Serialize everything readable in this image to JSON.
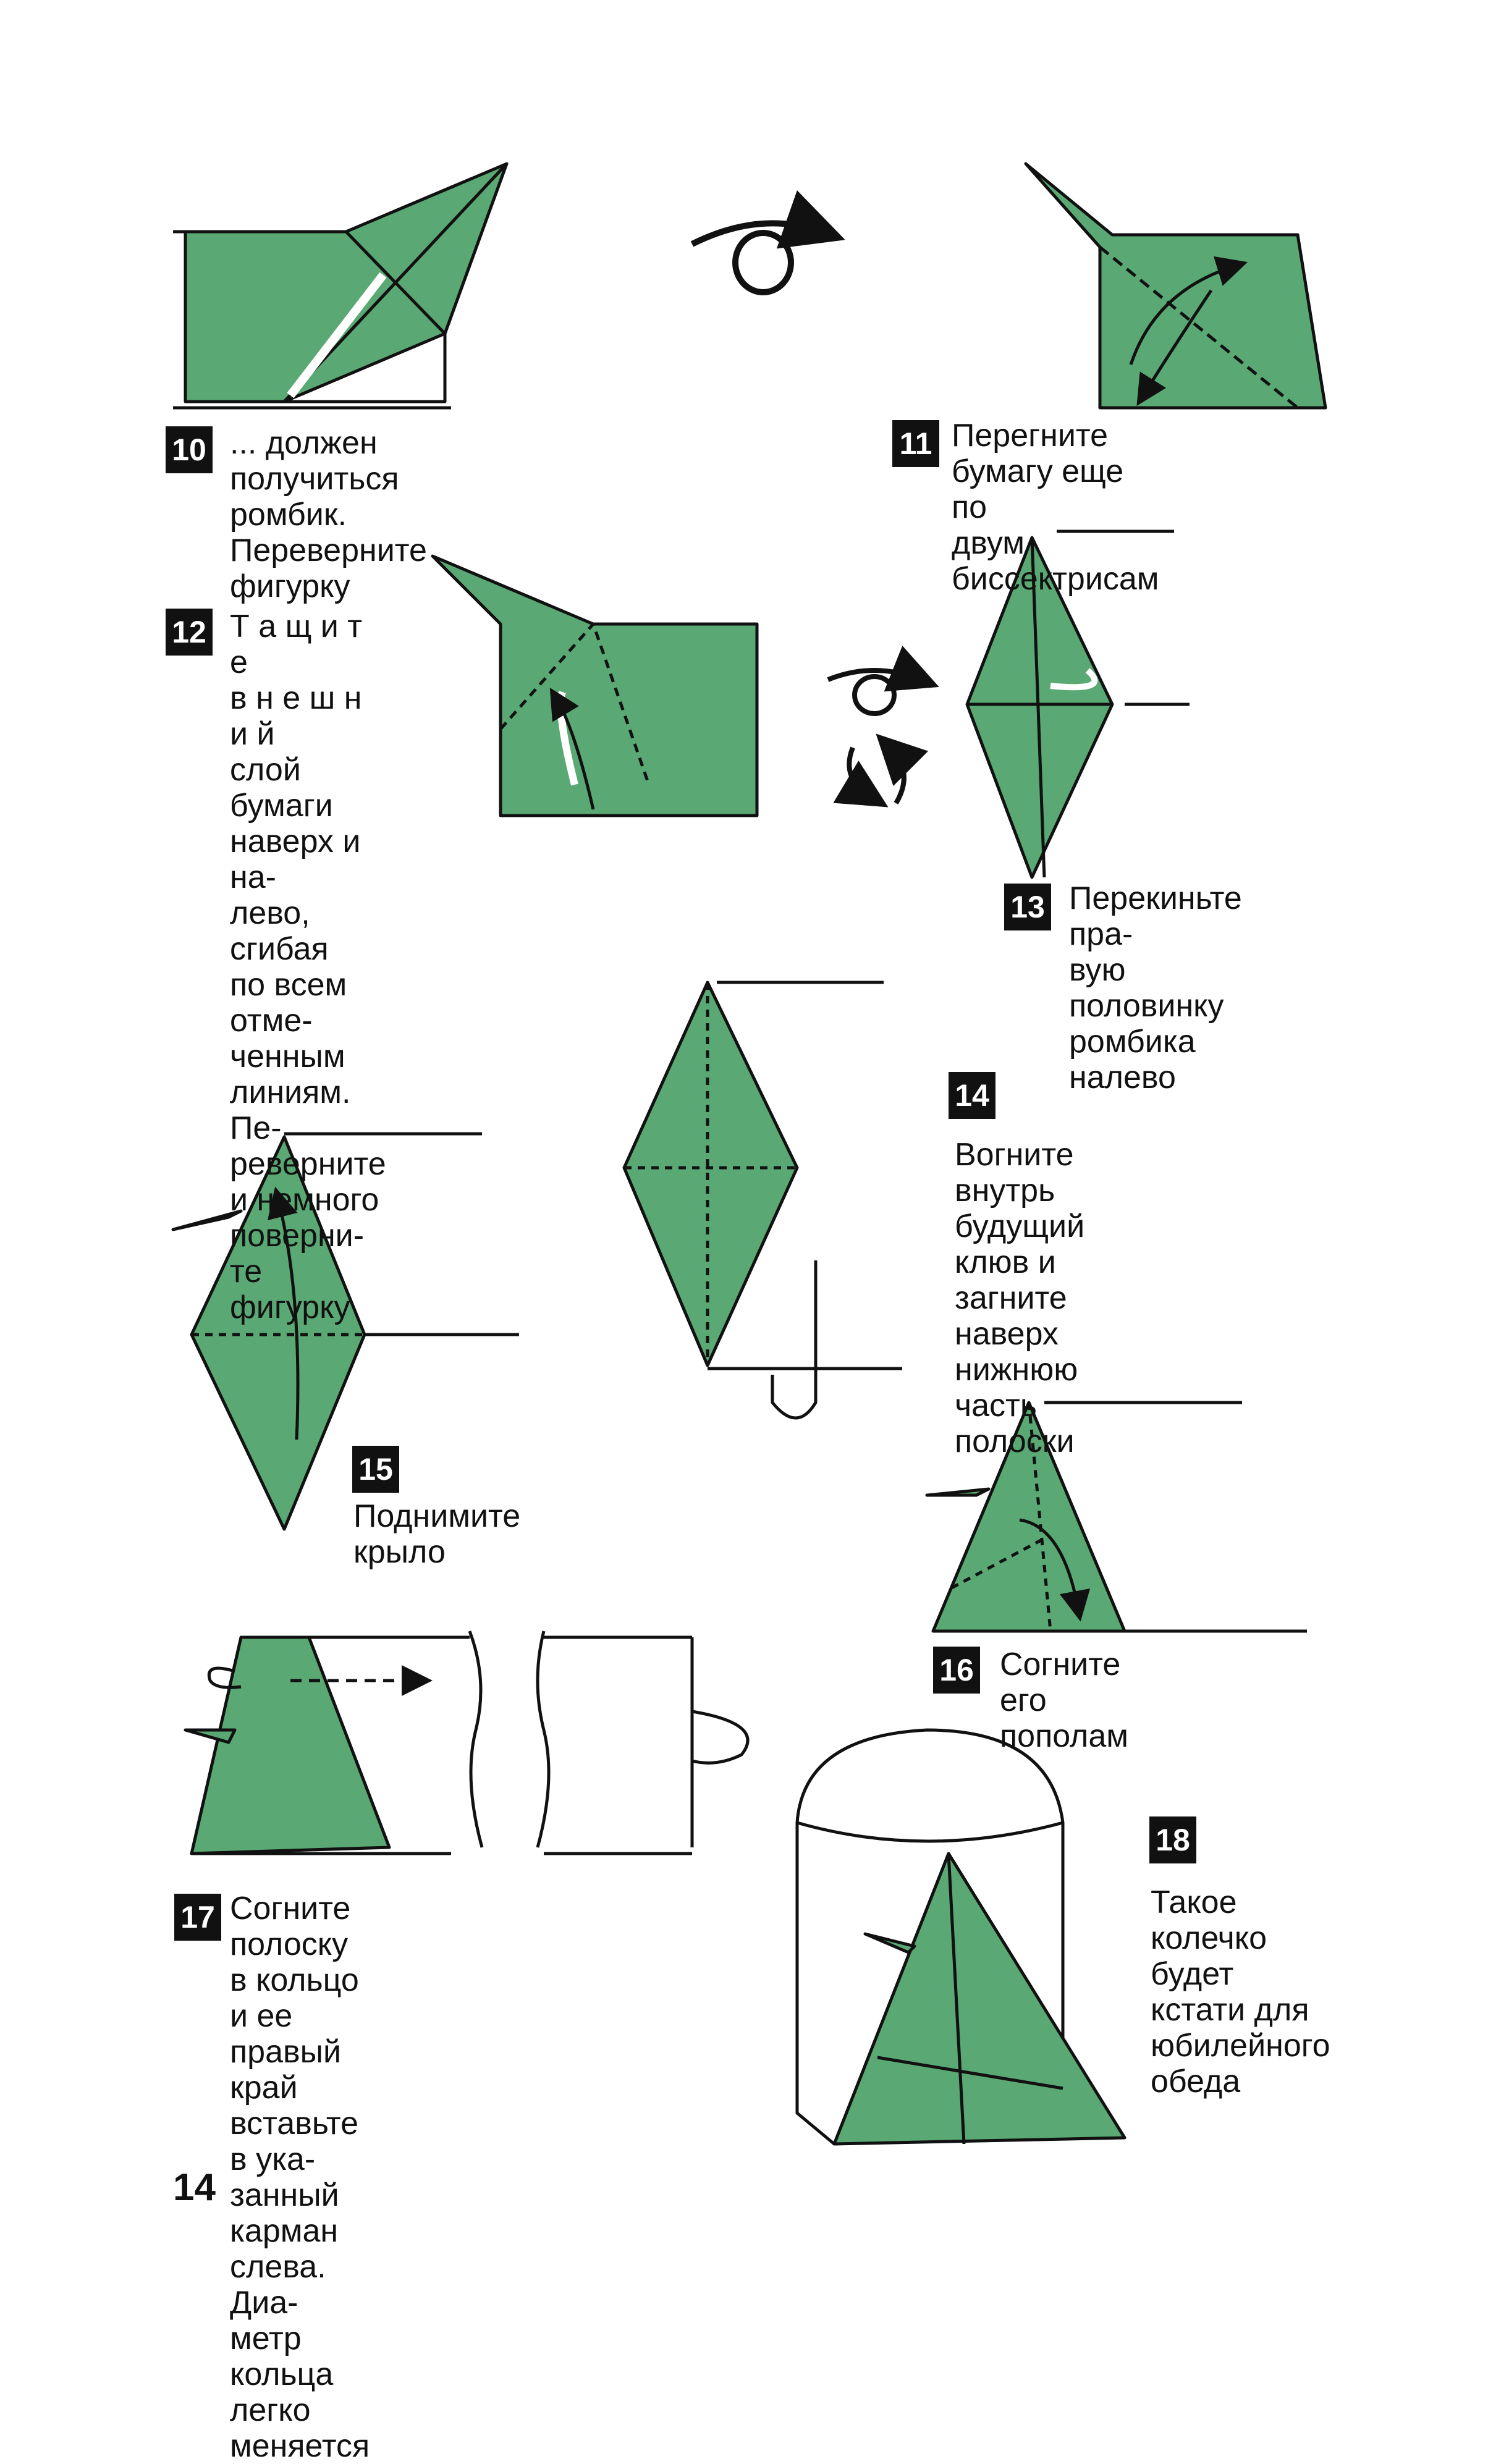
{
  "steps": [
    {
      "num": "10",
      "text": "... должен получиться ромбик.\nПереверните фигурку"
    },
    {
      "num": "11",
      "text": "Перегните бумагу еще по\nдвум биссектрисам"
    },
    {
      "num": "12",
      "text": "Т а щ и т е\nв н е ш н и й\nслой бумаги\nнаверх и на-\nлево, сгибая\nпо всем отме-\nченным линиям. Пе-\nреверните и немного поверни-\nте фигурку"
    },
    {
      "num": "13",
      "text": "Перекиньте пра-\nвую   половинку\nромбика налево"
    },
    {
      "num": "14",
      "text": "Вогните внутрь будущий\nклюв и загните наверх\nнижнюю часть полоски"
    },
    {
      "num": "15",
      "text": "Поднимите крыло"
    },
    {
      "num": "16",
      "text": "Согните его пополам"
    },
    {
      "num": "17",
      "text": "Согните полоску в кольцо и ее\nправый край вставьте в ука-\nзанный карман слева. Диа-\nметр кольца легко меняется"
    },
    {
      "num": "18",
      "text": "Такое\nколечко\nбудет\nкстати для\nюбилейного\nобеда"
    }
  ],
  "page_number": "14",
  "colors": {
    "paper_green": "#5aa874",
    "ink": "#111111",
    "background": "#ffffff"
  },
  "icons": [
    "turn-over-icon",
    "rotate-icon"
  ]
}
